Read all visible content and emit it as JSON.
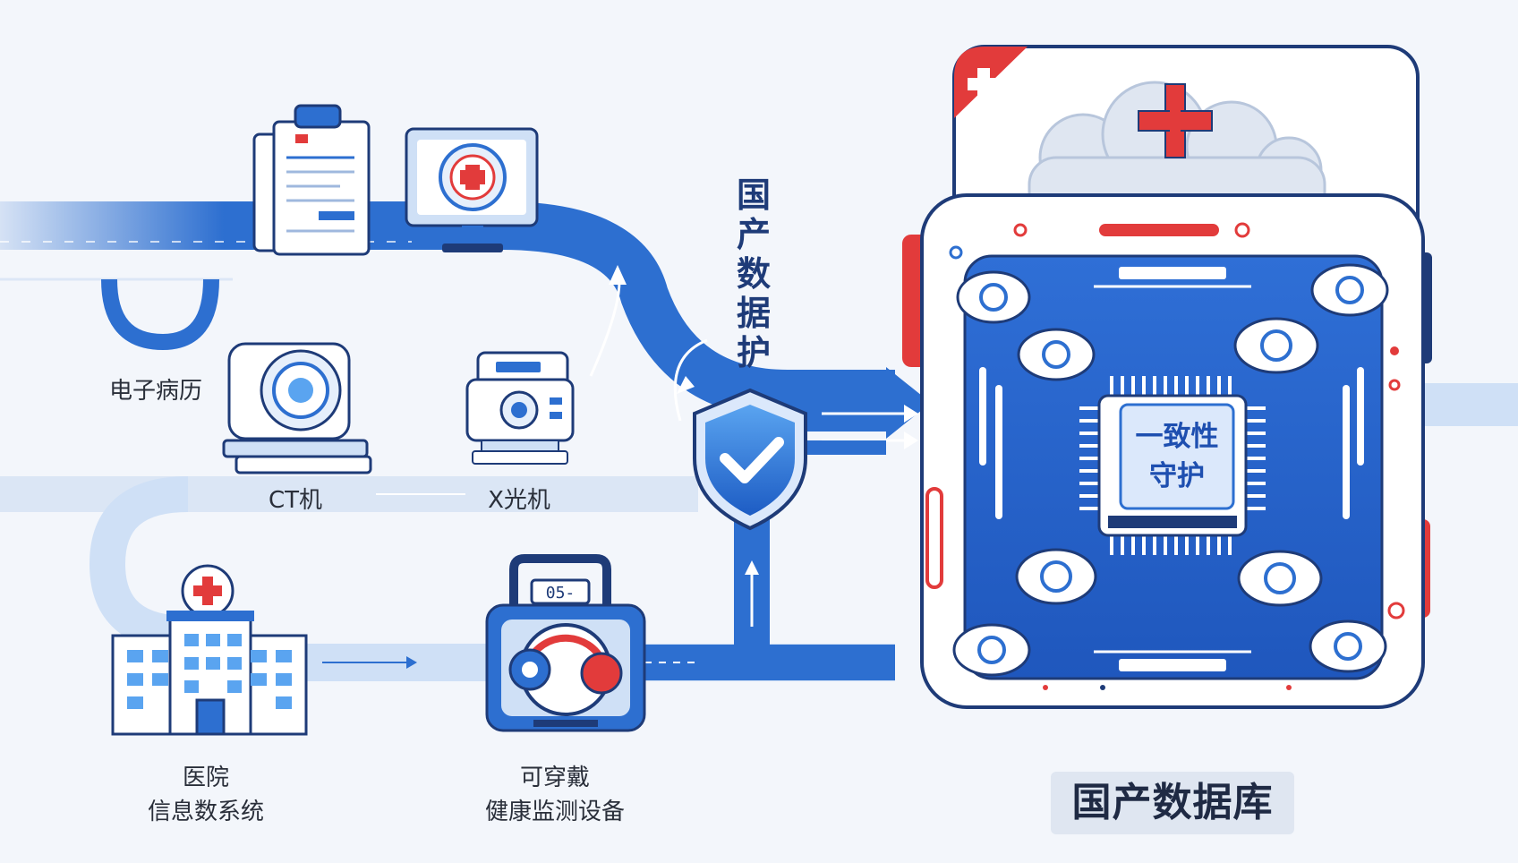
{
  "labels": {
    "emr": "电子病历",
    "ct": "CT机",
    "xray": "X光机",
    "his_line1": "医院",
    "his_line2": "信息数系统",
    "wearable_line1": "可穿戴",
    "wearable_line2": "健康监测设备"
  },
  "protection_text": "国产数据护",
  "chip_label": "一致性守护",
  "database_title": "国产数据库",
  "device_display": "05-",
  "colors": {
    "primary_blue": "#2d6fd0",
    "light_blue": "#cfe0f6",
    "accent_red": "#e23b3b",
    "dark_outline": "#1e3b78"
  }
}
